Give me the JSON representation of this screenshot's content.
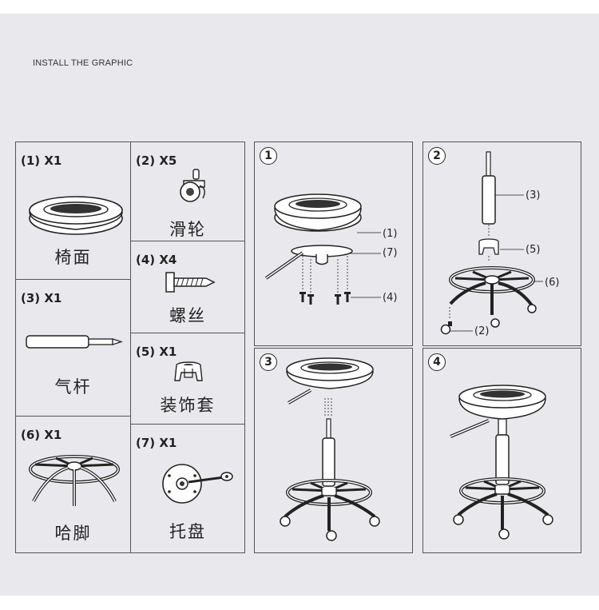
{
  "header": {
    "title": "INSTALL THE GRAPHIC"
  },
  "parts": [
    {
      "qty": "(1) X1",
      "name": "椅面"
    },
    {
      "qty": "(2) X5",
      "name": "滑轮"
    },
    {
      "qty": "(3) X1",
      "name": "气杆"
    },
    {
      "qty": "(4) X4",
      "name": "螺丝"
    },
    {
      "qty": "(5) X1",
      "name": "装饰套"
    },
    {
      "qty": "(6) X1",
      "name": "哈脚"
    },
    {
      "qty": "(7) X1",
      "name": "托盘"
    }
  ],
  "steps": [
    {
      "num": "1",
      "callouts": [
        "(1)",
        "(7)",
        "(4)"
      ]
    },
    {
      "num": "2",
      "callouts": [
        "(3)",
        "(5)",
        "(6)",
        "(2)"
      ]
    },
    {
      "num": "3"
    },
    {
      "num": "4"
    }
  ]
}
